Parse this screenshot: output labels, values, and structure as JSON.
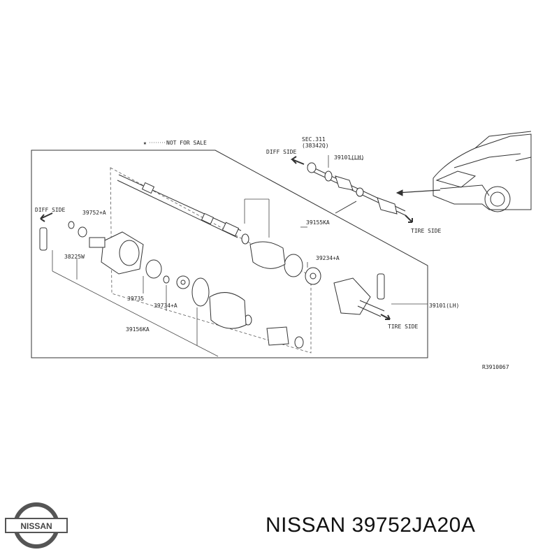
{
  "diagram": {
    "legend_text": "NOT FOR SALE",
    "legend_mark": "★",
    "ref_code": "R3910067",
    "labels": {
      "sec": "SEC.311",
      "sec_sub": "(38342Q)",
      "diff_side_top": "DIFF SIDE",
      "diff_side_left": "DIFF SIDE",
      "tire_side_top": "TIRE SIDE",
      "tire_side_bottom": "TIRE SIDE",
      "p39101_lh_top": "39101(LH)",
      "p39101_lh_right": "39101(LH)",
      "p39752": "39752+A",
      "p39155ka": "39155KA",
      "p38225w": "38225W",
      "p39234": "39234+A",
      "p39735": "39735",
      "p39734": "39734+A",
      "p39156ka": "39156KA"
    }
  },
  "brand": {
    "logo_text": "NISSAN",
    "caption": "NISSAN 39752JA20A"
  },
  "icons": [
    "star-icon",
    "arrow-icon",
    "car-illustration",
    "nissan-logo-icon"
  ]
}
